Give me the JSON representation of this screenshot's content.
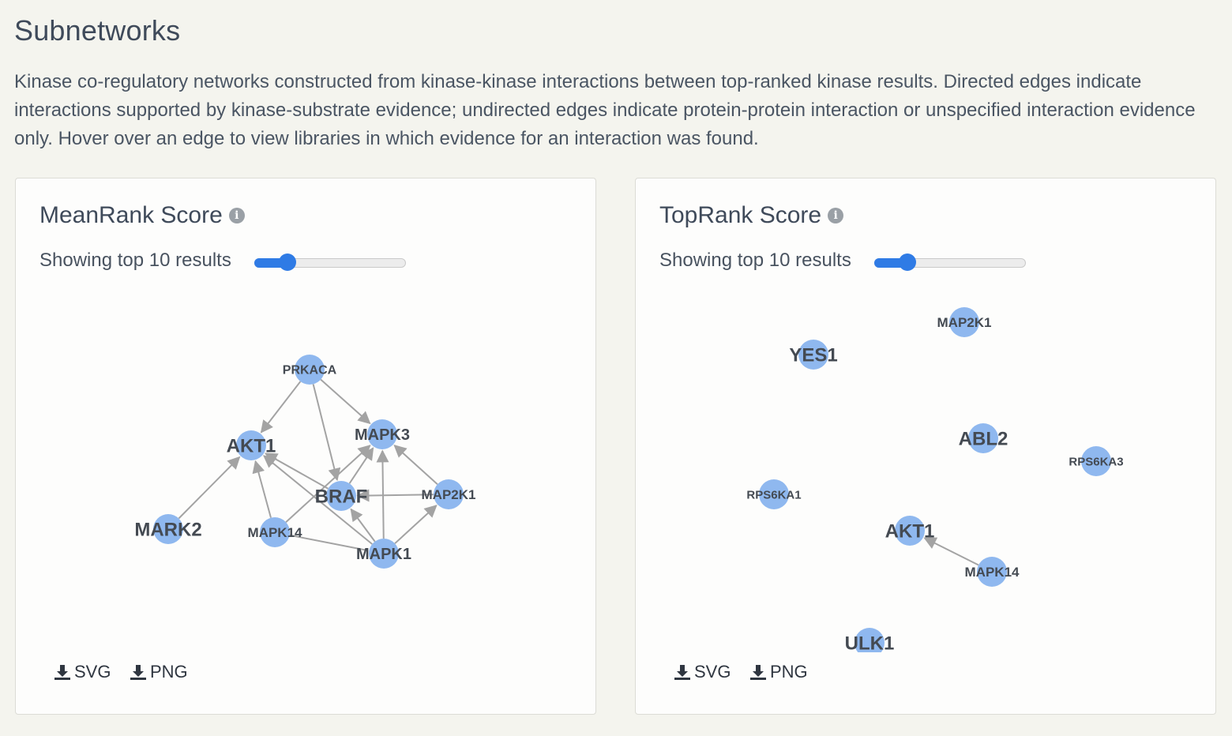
{
  "section": {
    "title": "Subnetworks",
    "description": "Kinase co-regulatory networks constructed from kinase-kinase interactions between top-ranked kinase results. Directed edges indicate interactions supported by kinase-substrate evidence; undirected edges indicate protein-protein interaction or unspecified interaction evidence only. Hover over an edge to view libraries in which evidence for an interaction was found."
  },
  "colors": {
    "node": "#8fb8ef",
    "edge": "#a3a3a3",
    "accent": "#2f7be5"
  },
  "panels": [
    {
      "title": "MeanRank Score",
      "info_icon": "info-icon",
      "showing_text": "Showing top 10 results",
      "slider_fraction": 0.22,
      "download_svg": "SVG",
      "download_png": "PNG",
      "nodes": [
        {
          "id": "PRKACA",
          "label": "PRKACA"
        },
        {
          "id": "AKT1",
          "label": "AKT1"
        },
        {
          "id": "MAPK3",
          "label": "MAPK3"
        },
        {
          "id": "BRAF",
          "label": "BRAF"
        },
        {
          "id": "MAP2K1",
          "label": "MAP2K1"
        },
        {
          "id": "MARK2",
          "label": "MARK2"
        },
        {
          "id": "MAPK14",
          "label": "MAPK14"
        },
        {
          "id": "MAPK1",
          "label": "MAPK1"
        }
      ],
      "edges": [
        {
          "from": "PRKACA",
          "to": "AKT1",
          "directed": true
        },
        {
          "from": "PRKACA",
          "to": "MAPK3",
          "directed": true
        },
        {
          "from": "PRKACA",
          "to": "BRAF",
          "directed": true
        },
        {
          "from": "MARK2",
          "to": "AKT1",
          "directed": true
        },
        {
          "from": "MAPK14",
          "to": "AKT1",
          "directed": true
        },
        {
          "from": "BRAF",
          "to": "AKT1",
          "directed": true
        },
        {
          "from": "MAPK1",
          "to": "AKT1",
          "directed": true
        },
        {
          "from": "MAP2K1",
          "to": "MAPK3",
          "directed": true
        },
        {
          "from": "MAP2K1",
          "to": "BRAF",
          "directed": true
        },
        {
          "from": "BRAF",
          "to": "MAPK3",
          "directed": true
        },
        {
          "from": "MAPK14",
          "to": "MAPK3",
          "directed": true
        },
        {
          "from": "MAPK1",
          "to": "MAPK3",
          "directed": true
        },
        {
          "from": "MAPK1",
          "to": "BRAF",
          "directed": true
        },
        {
          "from": "MAPK1",
          "to": "MAP2K1",
          "directed": true
        },
        {
          "from": "MAPK14",
          "to": "MAPK1",
          "directed": false
        }
      ]
    },
    {
      "title": "TopRank Score",
      "info_icon": "info-icon",
      "showing_text": "Showing top 10 results",
      "slider_fraction": 0.22,
      "download_svg": "SVG",
      "download_png": "PNG",
      "nodes": [
        {
          "id": "MAP2K1",
          "label": "MAP2K1"
        },
        {
          "id": "YES1",
          "label": "YES1"
        },
        {
          "id": "ABL2",
          "label": "ABL2"
        },
        {
          "id": "RPS6KA3",
          "label": "RPS6KA3"
        },
        {
          "id": "RPS6KA1",
          "label": "RPS6KA1"
        },
        {
          "id": "AKT1",
          "label": "AKT1"
        },
        {
          "id": "MAPK14",
          "label": "MAPK14"
        },
        {
          "id": "ULK1",
          "label": "ULK1"
        }
      ],
      "edges": [
        {
          "from": "MAPK14",
          "to": "AKT1",
          "directed": true
        }
      ]
    }
  ]
}
